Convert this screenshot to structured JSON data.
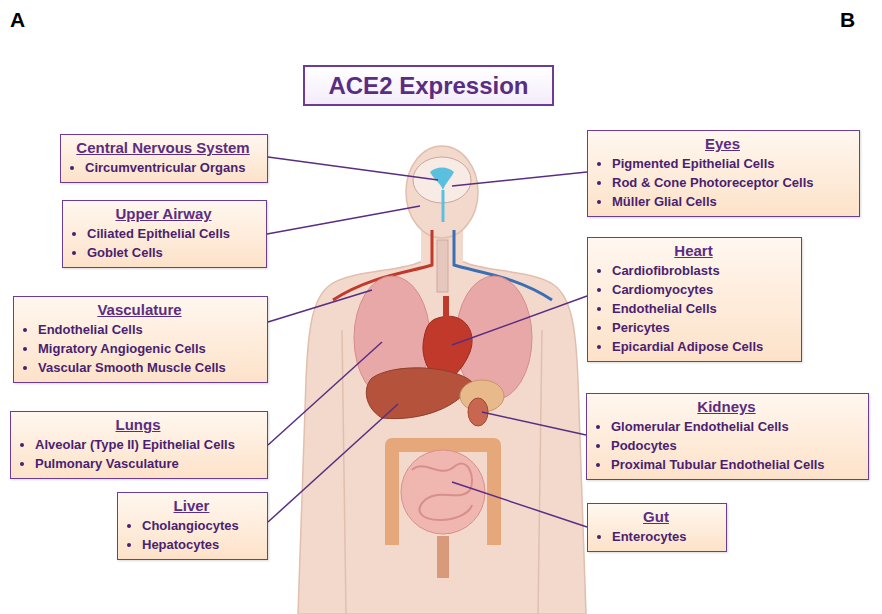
{
  "diagram": {
    "title": "ACE2 Expression",
    "nodes": [
      {
        "text": [
          "Central Nervous System",
          "Circumventricular Organs"
        ]
      },
      {
        "text": [
          "Eyes",
          "Pigmented Epithelial Cells",
          "Rod & Cone Photoreceptor Cells",
          "Müller Glial Cells"
        ]
      },
      {
        "text": [
          "Upper Airway",
          "Ciliated Epithelial Cells",
          "Goblet Cells"
        ]
      },
      {
        "text": [
          "Heart",
          "Cardiofibroblasts",
          "Cardiomyocytes",
          "Endothelial Cells",
          "Pericytes",
          "Epicardial Adipose Cells"
        ]
      },
      {
        "text": [
          "Vasculature",
          "Endothelial Cells",
          "Migratory Angiogenic Cells",
          "Vascular Smooth Muscle Cells"
        ]
      },
      {
        "text": [
          "Lungs",
          "Alveolar (Type II) Epithelial Cells",
          "Pulmonary Vasculature"
        ]
      },
      {
        "text": [
          "Kidneys",
          "Glomerular Endothelial Cells",
          "Podocytes",
          "Proximal Tubular Endothelial Cells"
        ]
      },
      {
        "text": [
          "Liver",
          "Cholangiocytes",
          "Hepatocytes"
        ]
      },
      {
        "text": [
          "Gut",
          "Enterocytes"
        ]
      }
    ],
    "labels": [
      "A",
      "B"
    ]
  }
}
